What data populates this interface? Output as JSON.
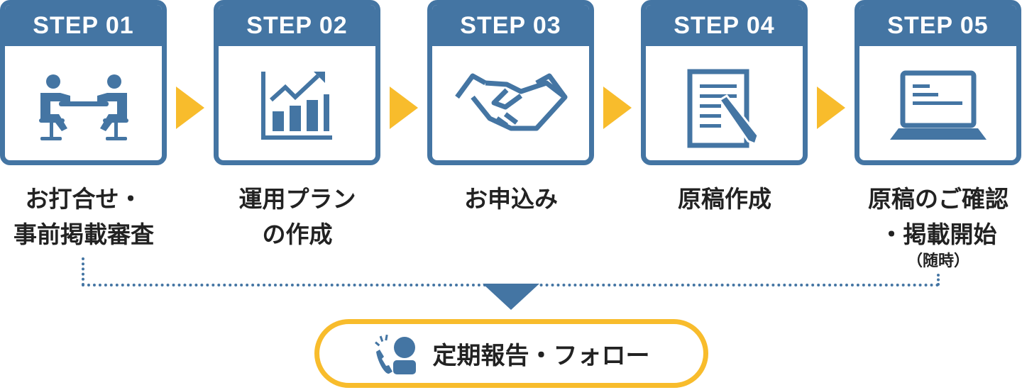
{
  "steps": [
    {
      "header": "STEP 01",
      "label": "お打合せ・",
      "label2": "事前掲載審査",
      "icon": "meeting-icon"
    },
    {
      "header": "STEP 02",
      "label": "運用プラン",
      "label2": "の作成",
      "icon": "chart-growth-icon"
    },
    {
      "header": "STEP 03",
      "label": "お申込み",
      "label2": "",
      "icon": "handshake-icon"
    },
    {
      "header": "STEP 04",
      "label": "原稿作成",
      "label2": "",
      "icon": "document-pen-icon"
    },
    {
      "header": "STEP 05",
      "label": "原稿のご確認",
      "label2": "・掲載開始",
      "note": "（随時）",
      "icon": "laptop-icon"
    }
  ],
  "followup": {
    "label": "定期報告・フォロー",
    "icon": "phone-person-icon"
  },
  "colors": {
    "primary": "#4475a3",
    "accent": "#f8bc2c"
  }
}
